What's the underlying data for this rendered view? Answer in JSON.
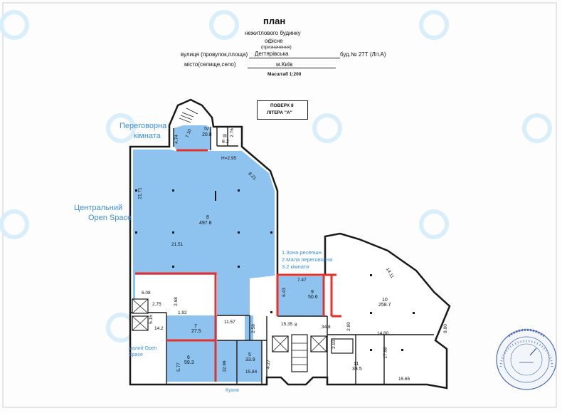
{
  "header": {
    "title": "план",
    "building_type": "нежитлового будинку",
    "purpose": "офісне",
    "purpose_caption": "(призначення)",
    "street_caption": "вулиця (провулок,площа)",
    "street": "Дегтярівська",
    "building_no": "буд.№ 27Т (Літ.А)",
    "city_caption": "місто(селище,село)",
    "city": "м.Київ",
    "scale": "Масштаб 1:200"
  },
  "floor_box": {
    "line1": "ПОВЕРХ 8",
    "line2": "ЛІТЕРА \"А\""
  },
  "annotations": {
    "meeting_room": [
      "Переговорна",
      "кімната"
    ],
    "central": [
      "Центральний",
      "Open Space"
    ],
    "small_open": [
      "малий Open",
      "Space"
    ],
    "kitchen": "Кухня",
    "reception_list": [
      "1.Зона ресепшн",
      "2.Мала переговорна",
      "3.2 кімнати"
    ]
  },
  "rooms": {
    "r8": [
      "8",
      "497.8"
    ],
    "r4": [
      "IV",
      "20.8"
    ],
    "r3": [
      "III",
      "8.2"
    ],
    "r7": [
      "7",
      "27.5"
    ],
    "r6": [
      "6",
      "59.3"
    ],
    "r5": [
      "5",
      "33.9"
    ],
    "r9": [
      "9",
      "50.6"
    ],
    "r10": [
      "10",
      "258.7"
    ],
    "r11": [
      "11",
      "33.5"
    ]
  },
  "dims": {
    "h": "H=2.95",
    "d21_71": "21.71",
    "d21_51": "21.51",
    "d8_21": "8.21",
    "d7_10": "7.10",
    "d4_74": "4.74",
    "d6_08": "6.08",
    "d2_75": "2.75",
    "d2_68": "2.68",
    "d1_92": "1.92",
    "d5_15": "5.15",
    "d14_2": "14.2",
    "d11_57": "11.57",
    "d2_58": "2.58",
    "d15_35": "15.35",
    "d34_8": "34.8",
    "d2_90": "2.90",
    "d14_80": "14.80",
    "d6_43": "6.43",
    "d7_47": "7.47",
    "d14_11": "14.11",
    "d9_00": "9.00",
    "d5_77": "5.77",
    "d32_99": "32.99",
    "d15_84": "15.84",
    "d4_27": "4.27",
    "d17_68": "17.68",
    "d15_65": "15.65",
    "d2_76": "2.76",
    "d8": "8",
    "d2_93": "2.93"
  },
  "colors": {
    "room_fill": "#8ec3ef",
    "highlight": "#e3322b",
    "annotation": "#3a8fd9",
    "wall": "#1a1a1a"
  }
}
